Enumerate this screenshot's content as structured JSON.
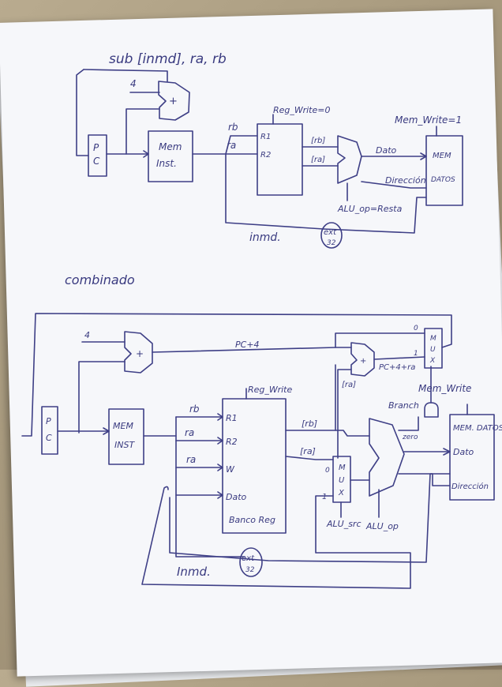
{
  "top": {
    "title": "sub [inmd], ra, rb",
    "four": "4",
    "plus": "+",
    "pc1": "P",
    "pc2": "C",
    "mem1": "Mem",
    "mem2": "Inst.",
    "rb": "rb",
    "ra": "ra",
    "regwrite": "Reg_Write=0",
    "r1": "R1",
    "r2": "R2",
    "rb_br": "[rb]",
    "ra_br": "[ra]",
    "dato": "Dato",
    "direccion": "Dirección",
    "memwrite": "Mem_Write=1",
    "memdatos1": "MEM",
    "memdatos2": "DATOS",
    "aluop": "ALU_op=Resta",
    "inmd": "inmd.",
    "ext": "ext",
    "ext32": "32"
  },
  "bottom": {
    "title": "combinado",
    "four": "4",
    "plus": "+",
    "pc4": "PC+4",
    "pc1": "P",
    "pc2": "C",
    "mem1": "MEM",
    "mem2": "INST",
    "mux_top": [
      "M",
      "U",
      "X"
    ],
    "mux_top_0": "0",
    "mux_top_1": "1",
    "pc4ra": "PC+4+ra",
    "ra_feed": "[ra]",
    "plus2": "+",
    "regwrite": "Reg_Write",
    "memwrite": "Mem_Write",
    "branch": "Branch",
    "zero": "zero",
    "rb": "rb",
    "ra1": "ra",
    "ra2": "ra",
    "r1": "R1",
    "r2": "R2",
    "w": "W",
    "dato_in": "Dato",
    "banco": "Banco Reg",
    "rb_br": "[rb]",
    "ra_br": "[ra]",
    "mux_mid": [
      "M",
      "U",
      "X"
    ],
    "mux_mid_0": "0",
    "mux_mid_1": "1",
    "alusrc": "ALU_src",
    "aluop": "ALU_op",
    "memdatos": "MEM. DATOS",
    "dato": "Dato",
    "direccion": "Dirección",
    "inmd": "Inmd.",
    "ext": "ext",
    "ext32": "32"
  }
}
